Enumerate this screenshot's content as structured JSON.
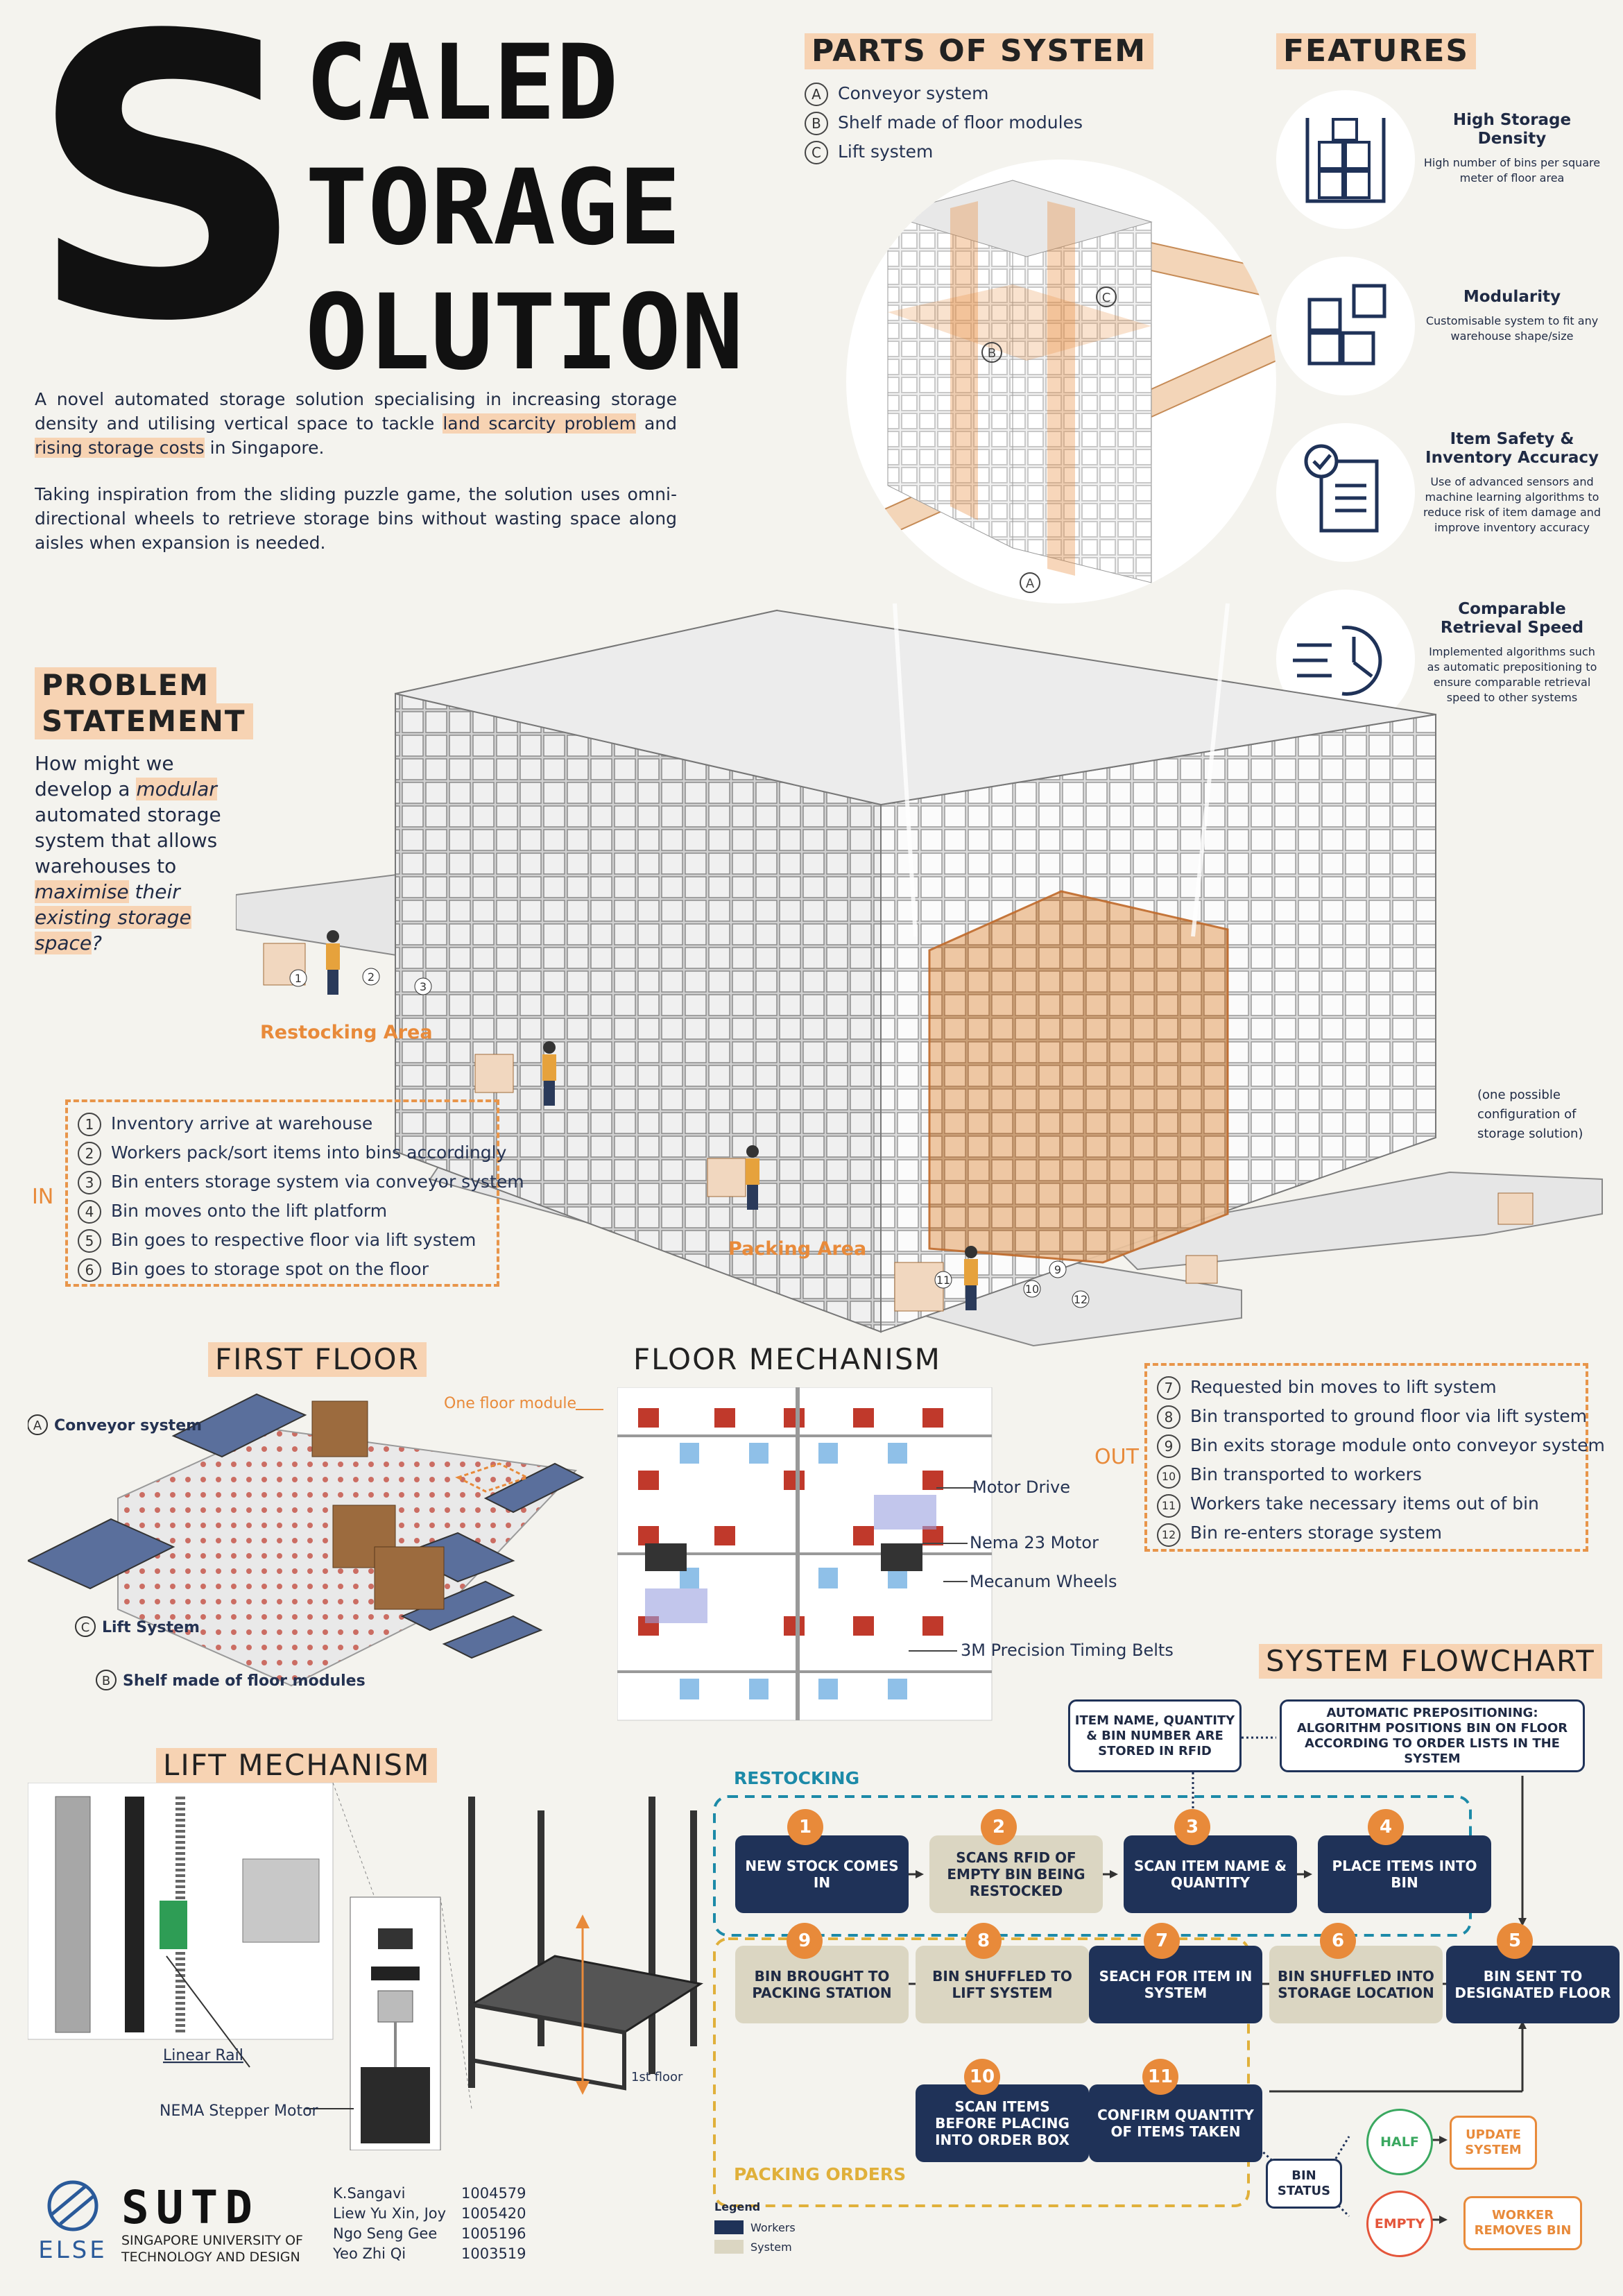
{
  "title": {
    "big_letter": "S",
    "line1": "CALED",
    "line2": "TORAGE",
    "line3": "OLUTION"
  },
  "intro": {
    "p1_a": "A novel automated storage solution specialising in increasing storage density and utilising vertical space to tackle ",
    "p1_hl1": "land scarcity problem",
    "p1_b": " and ",
    "p1_hl2": "rising storage costs",
    "p1_c": " in Singapore.",
    "p2": "Taking inspiration from the sliding puzzle game, the solution uses omni-directional wheels to retrieve storage bins without wasting space along aisles when expansion is needed."
  },
  "parts": {
    "heading": "PARTS OF SYSTEM",
    "items": [
      {
        "letter": "A",
        "label": "Conveyor system"
      },
      {
        "letter": "B",
        "label": "Shelf made of floor modules"
      },
      {
        "letter": "C",
        "label": "Lift system"
      }
    ]
  },
  "features": {
    "heading": "FEATURES",
    "items": [
      {
        "title": "High Storage Density",
        "desc": "High number of bins per square meter of floor area",
        "icon": "shelf-bins-icon"
      },
      {
        "title": "Modularity",
        "desc": "Customisable system to fit any warehouse shape/size",
        "icon": "modules-icon"
      },
      {
        "title": "Item Safety & Inventory Accuracy",
        "desc": "Use of advanced sensors and machine learning algorithms to reduce risk of item damage and improve inventory accuracy",
        "icon": "checklist-icon"
      },
      {
        "title": "Comparable Retrieval Speed",
        "desc": "Implemented algorithms such as automatic prepositioning to ensure comparable retrieval speed to other systems",
        "icon": "clock-speed-icon"
      }
    ]
  },
  "problem": {
    "heading1": "PROBLEM",
    "heading2": "STATEMENT",
    "t1": "How might we develop a ",
    "t2": "modular",
    "t3": " automated storage system that allows warehouses to ",
    "t4": "maximise",
    "t5": " their ",
    "t6": "existing storage space",
    "t7": "?"
  },
  "scene": {
    "restocking_area": "Restocking Area",
    "packing_area": "Packing Area",
    "config_note": "(one possible configuration of storage solution)",
    "mag_labels": [
      "C",
      "B",
      "A"
    ]
  },
  "in_steps": {
    "label": "IN",
    "items": [
      {
        "n": "1",
        "text": "Inventory arrive at warehouse"
      },
      {
        "n": "2",
        "text": "Workers pack/sort items into bins accordingly"
      },
      {
        "n": "3",
        "text": "Bin enters storage system via conveyor system"
      },
      {
        "n": "4",
        "text": "Bin moves onto the lift platform"
      },
      {
        "n": "5",
        "text": "Bin goes to respective floor via lift system"
      },
      {
        "n": "6",
        "text": "Bin goes to storage spot on the floor"
      }
    ]
  },
  "out_steps": {
    "label": "OUT",
    "items": [
      {
        "n": "7",
        "text": "Requested bin moves to lift system"
      },
      {
        "n": "8",
        "text": "Bin transported to ground floor via lift system"
      },
      {
        "n": "9",
        "text": "Bin exits storage module onto conveyor system"
      },
      {
        "n": "10",
        "text": "Bin transported to workers"
      },
      {
        "n": "11",
        "text": "Workers take necessary items out of bin"
      },
      {
        "n": "12",
        "text": "Bin re-enters storage system"
      }
    ]
  },
  "first_floor": {
    "heading": "FIRST FLOOR",
    "module_label": "One floor module",
    "a_letter": "A",
    "a_label": "Conveyor system",
    "b_letter": "B",
    "b_label": "Shelf made of floor modules",
    "c_letter": "C",
    "c_label": "Lift System"
  },
  "floor_mech": {
    "heading": "FLOOR MECHANISM",
    "labels": [
      "Motor Drive",
      "Nema 23 Motor",
      "Mecanum Wheels",
      "3M Precision Timing Belts"
    ]
  },
  "lift_mech": {
    "heading": "LIFT MECHANISM",
    "linear_rail": "Linear Rail",
    "stepper": "NEMA Stepper Motor",
    "first_floor": "1st floor"
  },
  "flowchart": {
    "heading": "SYSTEM FLOWCHART",
    "restocking_label": "RESTOCKING",
    "packing_label": "PACKING ORDERS",
    "note1": "ITEM NAME, QUANTITY & BIN NUMBER ARE STORED IN RFID",
    "note2": "AUTOMATIC PREPOSITIONING: ALGORITHM POSITIONS BIN ON FLOOR ACCORDING TO ORDER LISTS IN THE SYSTEM",
    "nodes": [
      {
        "n": "1",
        "text": "NEW STOCK COMES IN"
      },
      {
        "n": "2",
        "text": "SCANS RFID OF EMPTY BIN BEING RESTOCKED"
      },
      {
        "n": "3",
        "text": "SCAN ITEM NAME & QUANTITY"
      },
      {
        "n": "4",
        "text": "PLACE ITEMS INTO BIN"
      },
      {
        "n": "5",
        "text": "BIN SENT TO DESIGNATED FLOOR"
      },
      {
        "n": "6",
        "text": "BIN SHUFFLED INTO STORAGE LOCATION"
      },
      {
        "n": "7",
        "text": "SEACH FOR ITEM IN SYSTEM"
      },
      {
        "n": "8",
        "text": "BIN SHUFFLED TO LIFT SYSTEM"
      },
      {
        "n": "9",
        "text": "BIN BROUGHT TO PACKING STATION"
      },
      {
        "n": "10",
        "text": "SCAN ITEMS BEFORE PLACING INTO ORDER BOX"
      },
      {
        "n": "11",
        "text": "CONFIRM QUANTITY OF ITEMS TAKEN"
      }
    ],
    "bin_status": "BIN STATUS",
    "half": "HALF",
    "empty": "EMPTY",
    "update": "UPDATE SYSTEM",
    "worker_removes": "WORKER REMOVES BIN",
    "legend": {
      "title": "Legend",
      "workers": "Workers",
      "system": "System"
    },
    "colors": {
      "workers": "#1f3258",
      "system": "#dbd6c2",
      "accent": "#e88a3a",
      "teal": "#1c8aa8",
      "green": "#3aa860",
      "red": "#e4553a"
    }
  },
  "footer": {
    "else": "ELSE",
    "sutd_logo": "SUTD",
    "sutd_line1": "SINGAPORE UNIVERSITY OF",
    "sutd_line2": "TECHNOLOGY AND DESIGN",
    "team": [
      {
        "name": "K.Sangavi",
        "id": "1004579"
      },
      {
        "name": "Liew Yu Xin, Joy",
        "id": "1005420"
      },
      {
        "name": "Ngo Seng Gee",
        "id": "1005196"
      },
      {
        "name": "Yeo Zhi Qi",
        "id": "1003519"
      }
    ]
  }
}
